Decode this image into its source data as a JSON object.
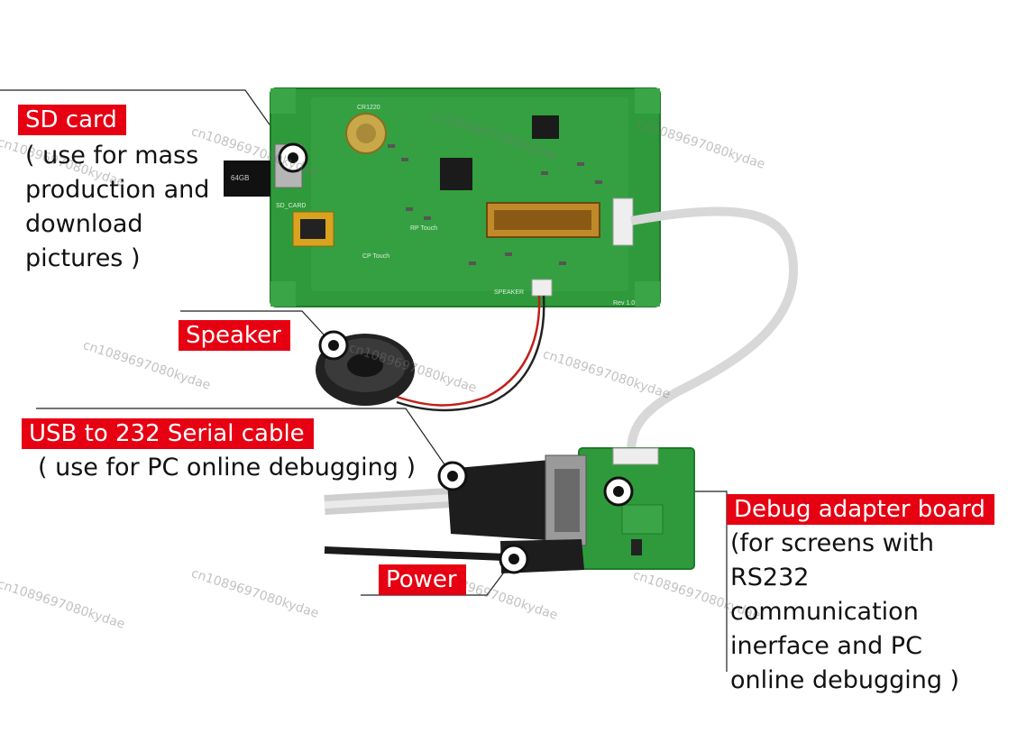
{
  "labels": {
    "sd_title": "SD card",
    "sd_desc": "( use for mass\nproduction and\ndownload\npictures )",
    "speaker": "Speaker",
    "usb_title": "USB to 232 Serial cable",
    "usb_desc": "( use for PC online debugging )",
    "power": "Power",
    "debug_title": "Debug adapter board",
    "debug_desc": "(for screens with\nRS232\ncommunication\ninerface and PC\nonline debugging )"
  },
  "board": {
    "chip_label": "CR1220",
    "silk_sd": "SD_CARD",
    "silk_rp": "RP Touch",
    "silk_cp": "CP Touch",
    "silk_speaker": "SPEAKER",
    "silk_rev": "Rev 1.0",
    "sd_card_text": "64GB"
  },
  "watermark": "cn1089697080kydae",
  "colors": {
    "tag_red": "#e60012",
    "pcb_green": "#2f9a3b",
    "pcb_dark": "#1e7a2a"
  }
}
